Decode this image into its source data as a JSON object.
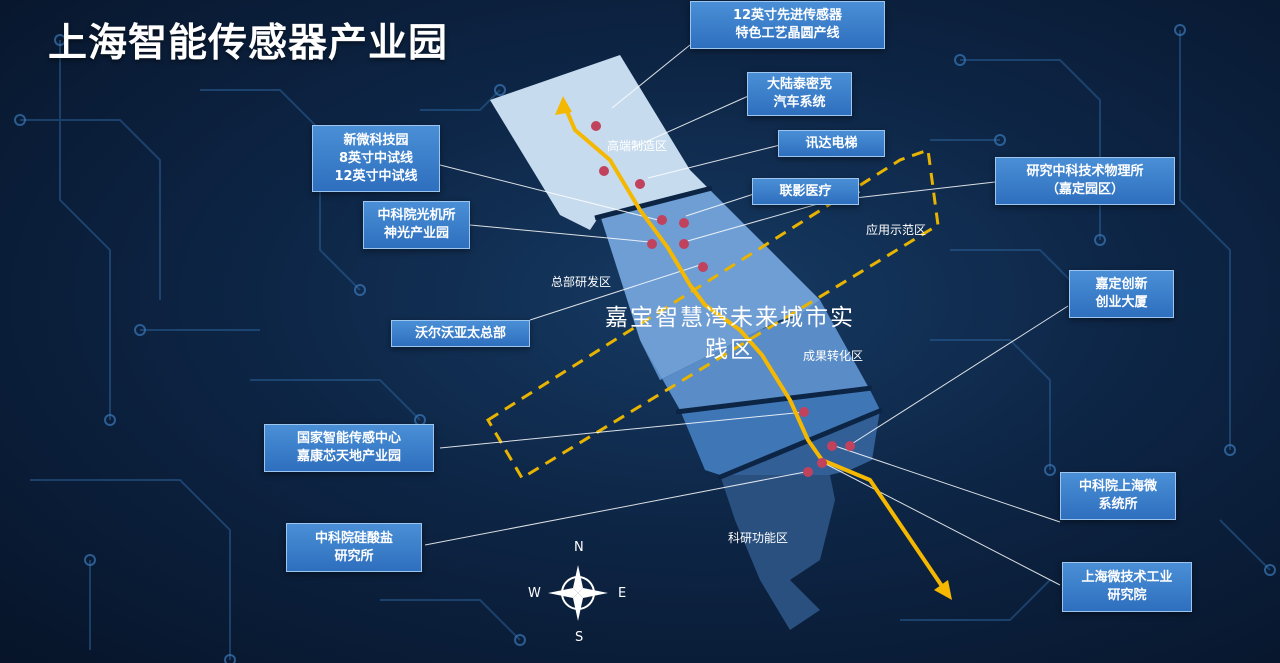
{
  "title": "上海智能传感器产业园",
  "zones": {
    "high_end_manufacturing": "高端制造区",
    "hq_rd": "总部研发区",
    "application_demo": "应用示范区",
    "achievement_transfer": "成果转化区",
    "research_function": "科研功能区"
  },
  "center_caption": [
    "嘉宝智慧湾未来城市实",
    "践区"
  ],
  "boxes": {
    "advanced_sensor": [
      "12英寸先进传感器",
      "特色工艺晶圆产线"
    ],
    "continental": [
      "大陆泰密克",
      "汽车系统"
    ],
    "xunda": [
      "讯达电梯"
    ],
    "xinwei": [
      "新微科技园",
      "8英寸中试线",
      "12英寸中试线"
    ],
    "lianying": [
      "联影医疗"
    ],
    "cas_physics": [
      "研究中科技术物理所",
      "（嘉定园区）"
    ],
    "cas_optics": [
      "中科院光机所",
      "神光产业园"
    ],
    "jiading_innovation": [
      "嘉定创新",
      "创业大厦"
    ],
    "volvo": [
      "沃尔沃亚太总部"
    ],
    "national_sensor": [
      "国家智能传感中心",
      "嘉康芯天地产业园"
    ],
    "cas_microsystem": [
      "中科院上海微",
      "系统所"
    ],
    "cas_silicate": [
      "中科院硅酸盐",
      "研究所"
    ],
    "sh_micro_tech": [
      "上海微技术工业",
      "研究院"
    ]
  },
  "compass": {
    "north": "N",
    "south": "S",
    "west": "W",
    "east": "E"
  },
  "colors": {
    "route": "#f5b800",
    "dashed_zone": "#e8b400",
    "marker": "#c0425c",
    "box_fill": "#3a7ccb"
  }
}
